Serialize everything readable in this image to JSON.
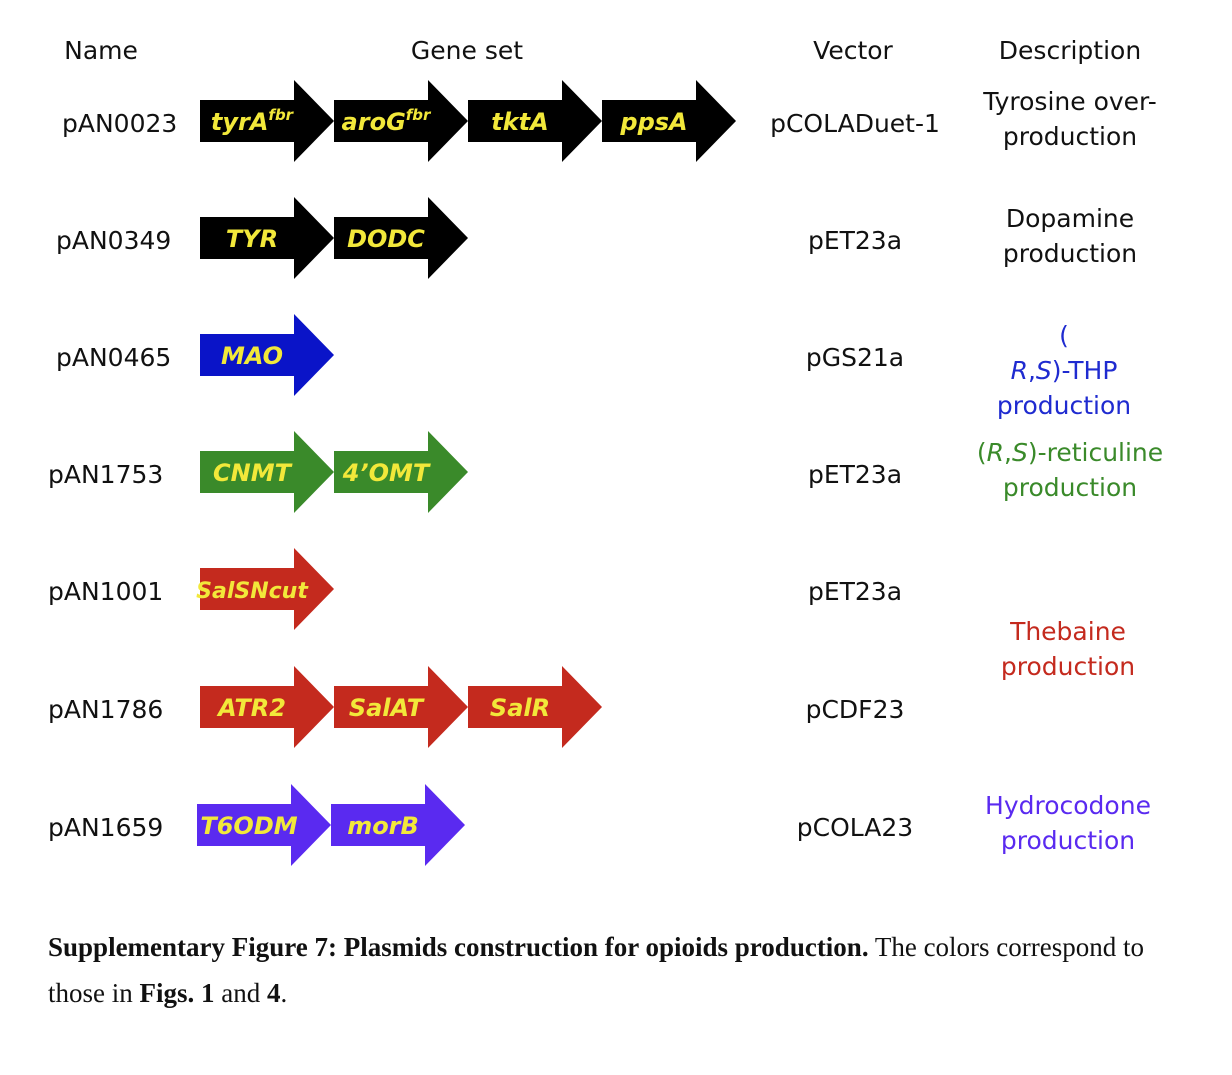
{
  "headers": {
    "name": "Name",
    "gene_set": "Gene set",
    "vector": "Vector",
    "description": "Description"
  },
  "plasmids": [
    {
      "name": "pAN0023",
      "vector": "pCOLADuet-1",
      "color": "#000000",
      "genes": [
        {
          "label": "tyrA",
          "sup": "fbr"
        },
        {
          "label": "aroG",
          "sup": "fbr"
        },
        {
          "label": "tktA"
        },
        {
          "label": "ppsA"
        }
      ],
      "description": {
        "lines": [
          "Tyrosine over-",
          "production"
        ],
        "color": "#111111"
      }
    },
    {
      "name": "pAN0349",
      "vector": "pET23a",
      "color": "#000000",
      "genes": [
        {
          "label": "TYR"
        },
        {
          "label": "DODC"
        }
      ],
      "description": {
        "lines": [
          "Dopamine",
          "production"
        ],
        "color": "#111111"
      }
    },
    {
      "name": "pAN0465",
      "vector": "pGS21a",
      "color": "#0a14c8",
      "genes": [
        {
          "label": "MAO"
        }
      ],
      "description": {
        "prefix": "(",
        "r": "R",
        "comma": ",",
        "s": "S",
        "suffix": ")-THP",
        "line2": "production",
        "color": "#1f2bd0"
      }
    },
    {
      "name": "pAN1753",
      "vector": "pET23a",
      "color": "#3a8a2a",
      "genes": [
        {
          "label": "CNMT"
        },
        {
          "label": "4’OMT"
        }
      ],
      "description": {
        "prefix": "(",
        "r": "R",
        "comma": ",",
        "s": "S",
        "suffix": ")-reticuline",
        "line2": "production",
        "color": "#3a8a2a"
      }
    },
    {
      "name": "pAN1001",
      "vector": "pET23a",
      "color": "#c42a1e",
      "genes": [
        {
          "label": "SalSNcut"
        }
      ]
    },
    {
      "name": "pAN1786",
      "vector": "pCDF23",
      "color": "#c42a1e",
      "genes": [
        {
          "label": "ATR2"
        },
        {
          "label": "SalAT"
        },
        {
          "label": "SalR"
        }
      ]
    },
    {
      "name": "pAN1659",
      "vector": "pCOLA23",
      "color": "#5a2af0",
      "genes": [
        {
          "label": "T6ODM"
        },
        {
          "label": "morB"
        }
      ],
      "description": {
        "lines": [
          "Hydrocodone",
          "production"
        ],
        "color": "#5a2af0"
      }
    }
  ],
  "thebaine_description": {
    "lines": [
      "Thebaine",
      "production"
    ],
    "color": "#c42a1e"
  },
  "gene_label_color": "#f2e83a",
  "caption": {
    "bold_lead": "Supplementary Figure 7: Plasmids construction for opioids production.",
    "text1": " The colors correspond to those in ",
    "figs": "Figs. 1",
    "and": " and ",
    "four": "4",
    "end": "."
  }
}
